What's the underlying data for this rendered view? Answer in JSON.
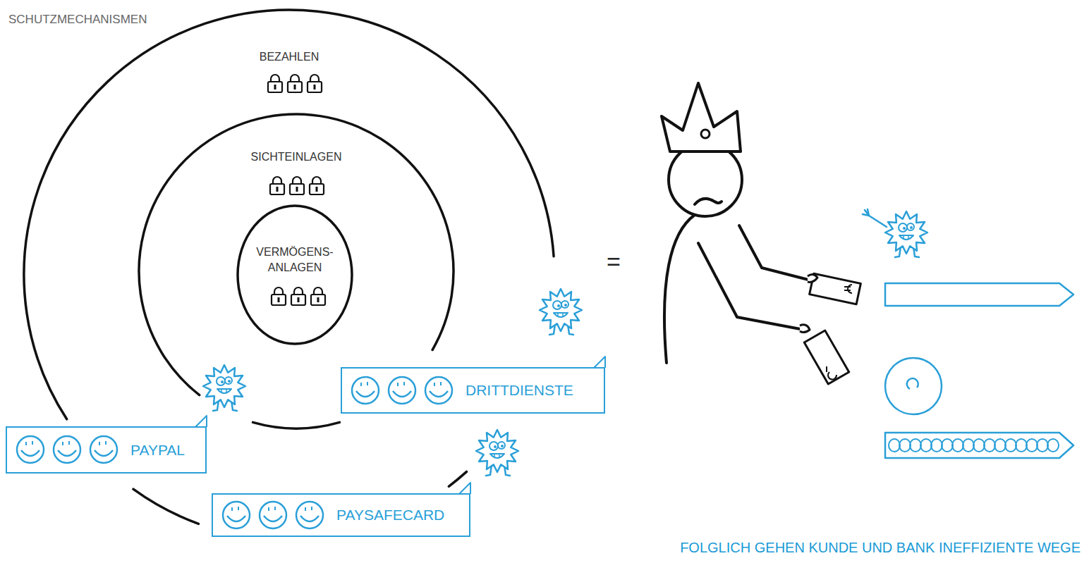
{
  "diagram": {
    "title": "SCHUTZMECHANISMEN",
    "caption": "FOLGLICH GEHEN KUNDE UND BANK INEFFIZIENTE WEGE",
    "nodes": [
      {
        "text": [
          "BEZAHLEN"
        ]
      },
      {
        "text": [
          "SICHTEINLAGEN"
        ],
        "in": 0
      },
      {
        "text": [
          "VERMÖGENS- ANLAGEN"
        ],
        "in": 1
      },
      {
        "text": [
          "DRITTDIENSTE"
        ]
      },
      {
        "text": [
          "PAYPAL"
        ]
      },
      {
        "text": [
          "PAYSAFECARD"
        ]
      }
    ],
    "labels": [
      "="
    ]
  }
}
